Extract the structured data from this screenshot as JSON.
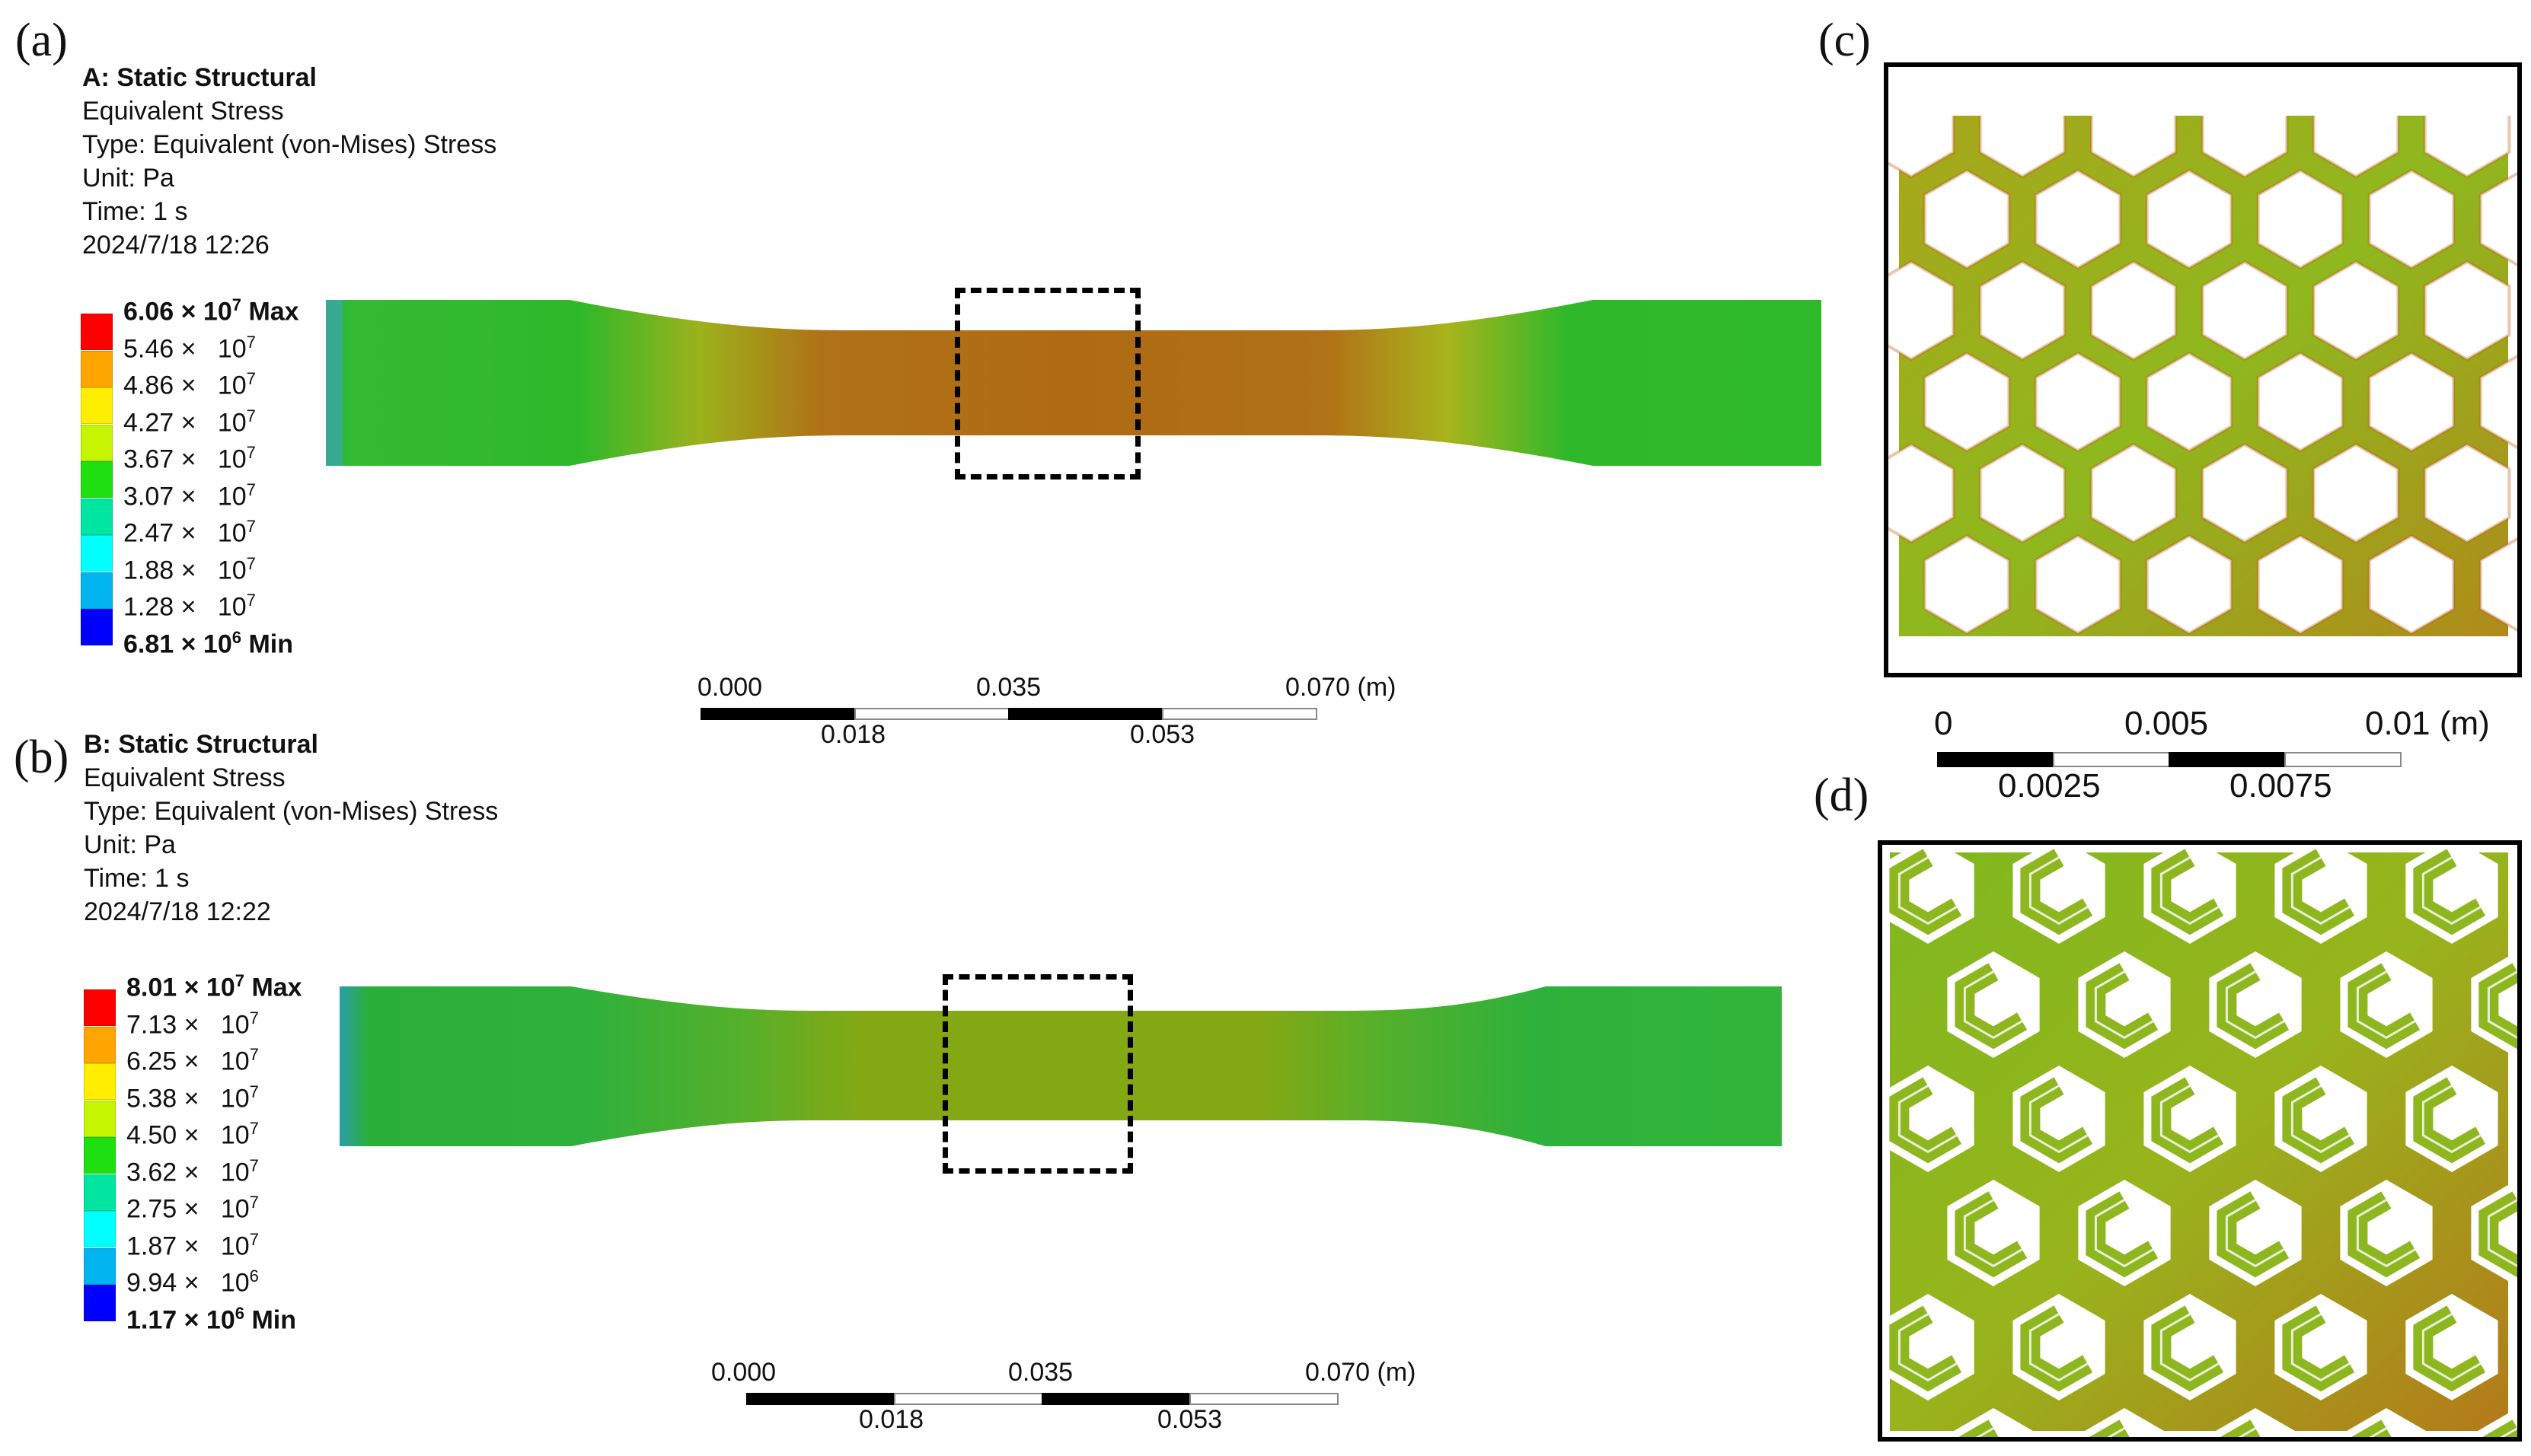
{
  "panels": {
    "a": {
      "label": "(a)",
      "info": {
        "title": "A: Static Structural",
        "line1": "Equivalent Stress",
        "line2": "Type: Equivalent (von-Mises) Stress",
        "line3": "Unit: Pa",
        "line4": "Time: 1 s",
        "line5": "2024/7/18 12:26"
      },
      "legend": [
        {
          "mant": "6.06",
          "exp": "7",
          "suffix": "Max",
          "color": "#ff0000"
        },
        {
          "mant": "5.46",
          "exp": "7",
          "suffix": "",
          "color": "#ffa500"
        },
        {
          "mant": "4.86",
          "exp": "7",
          "suffix": "",
          "color": "#ffee00"
        },
        {
          "mant": "4.27",
          "exp": "7",
          "suffix": "",
          "color": "#c5f500"
        },
        {
          "mant": "3.67",
          "exp": "7",
          "suffix": "",
          "color": "#1ee010"
        },
        {
          "mant": "3.07",
          "exp": "7",
          "suffix": "",
          "color": "#00e6a0"
        },
        {
          "mant": "2.47",
          "exp": "7",
          "suffix": "",
          "color": "#00ffff"
        },
        {
          "mant": "1.88",
          "exp": "7",
          "suffix": "",
          "color": "#00b4f0"
        },
        {
          "mant": "1.28",
          "exp": "7",
          "suffix": "",
          "color": "#0000ff"
        },
        {
          "mant": "6.81",
          "exp": "6",
          "suffix": "Min",
          "color": ""
        }
      ],
      "scalebar": {
        "top": [
          "0.000",
          "0.035",
          "0.070 (m)"
        ],
        "bottom": [
          "0.018",
          "0.053"
        ]
      }
    },
    "b": {
      "label": "(b)",
      "info": {
        "title": "B: Static Structural",
        "line1": "Equivalent Stress",
        "line2": "Type: Equivalent (von-Mises) Stress",
        "line3": "Unit: Pa",
        "line4": "Time: 1 s",
        "line5": "2024/7/18 12:22"
      },
      "legend": [
        {
          "mant": "8.01",
          "exp": "7",
          "suffix": "Max",
          "color": "#ff0000"
        },
        {
          "mant": "7.13",
          "exp": "7",
          "suffix": "",
          "color": "#ffa500"
        },
        {
          "mant": "6.25",
          "exp": "7",
          "suffix": "",
          "color": "#ffee00"
        },
        {
          "mant": "5.38",
          "exp": "7",
          "suffix": "",
          "color": "#c5f500"
        },
        {
          "mant": "4.50",
          "exp": "7",
          "suffix": "",
          "color": "#1ee010"
        },
        {
          "mant": "3.62",
          "exp": "7",
          "suffix": "",
          "color": "#00e6a0"
        },
        {
          "mant": "2.75",
          "exp": "7",
          "suffix": "",
          "color": "#00ffff"
        },
        {
          "mant": "1.87",
          "exp": "7",
          "suffix": "",
          "color": "#00b4f0"
        },
        {
          "mant": "9.94",
          "exp": "6",
          "suffix": "",
          "color": "#0000ff"
        },
        {
          "mant": "1.17",
          "exp": "6",
          "suffix": "Min",
          "color": ""
        }
      ],
      "scalebar": {
        "top": [
          "0.000",
          "0.035",
          "0.070 (m)"
        ],
        "bottom": [
          "0.018",
          "0.053"
        ]
      }
    },
    "c": {
      "label": "(c)",
      "scalebar": {
        "top": [
          "0",
          "0.005",
          "0.01 (m)"
        ],
        "bottom": [
          "0.0025",
          "0.0075"
        ]
      }
    },
    "d": {
      "label": "(d)"
    }
  },
  "times_sign": "×",
  "ten": "10",
  "colors": {
    "specimen_a_grip": "#2fb82a",
    "specimen_a_gauge": "#b06a14",
    "specimen_b_grip": "#2aae3a",
    "specimen_b_gauge": "#84a814",
    "lattice_base": "#8fb81e",
    "lattice_hot": "#c45a18"
  }
}
